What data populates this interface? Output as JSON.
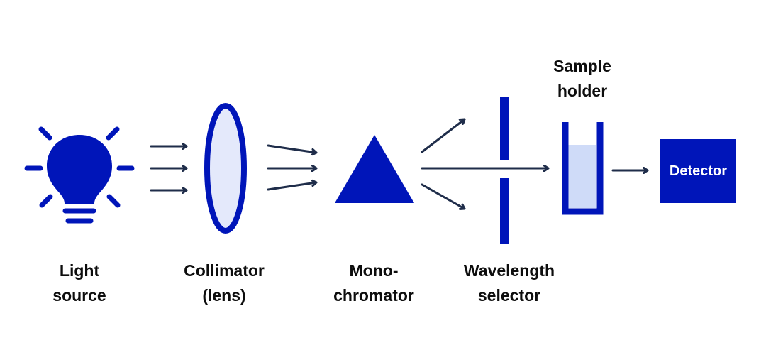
{
  "colors": {
    "primary": "#0015b9",
    "lens_fill": "#e4e9fb",
    "liquid_fill": "#cfdbf8",
    "arrow": "#1f2d4a",
    "text": "#0d0d0d",
    "detector_text": "#ffffff"
  },
  "components": {
    "light_source": {
      "line1": "Light",
      "line2": "source",
      "icon": "lightbulb-icon"
    },
    "collimator": {
      "line1": "Collimator",
      "line2": "(lens)",
      "icon": "lens-icon"
    },
    "monochromator": {
      "line1": "Mono-",
      "line2": "chromator",
      "icon": "prism-icon"
    },
    "wavelength_selector": {
      "line1": "Wavelength",
      "line2": "selector",
      "icon": "slit-icon"
    },
    "sample_holder": {
      "line1": "Sample",
      "line2": "holder",
      "icon": "cuvette-icon"
    },
    "detector": {
      "label": "Detector",
      "icon": "detector-box"
    }
  }
}
